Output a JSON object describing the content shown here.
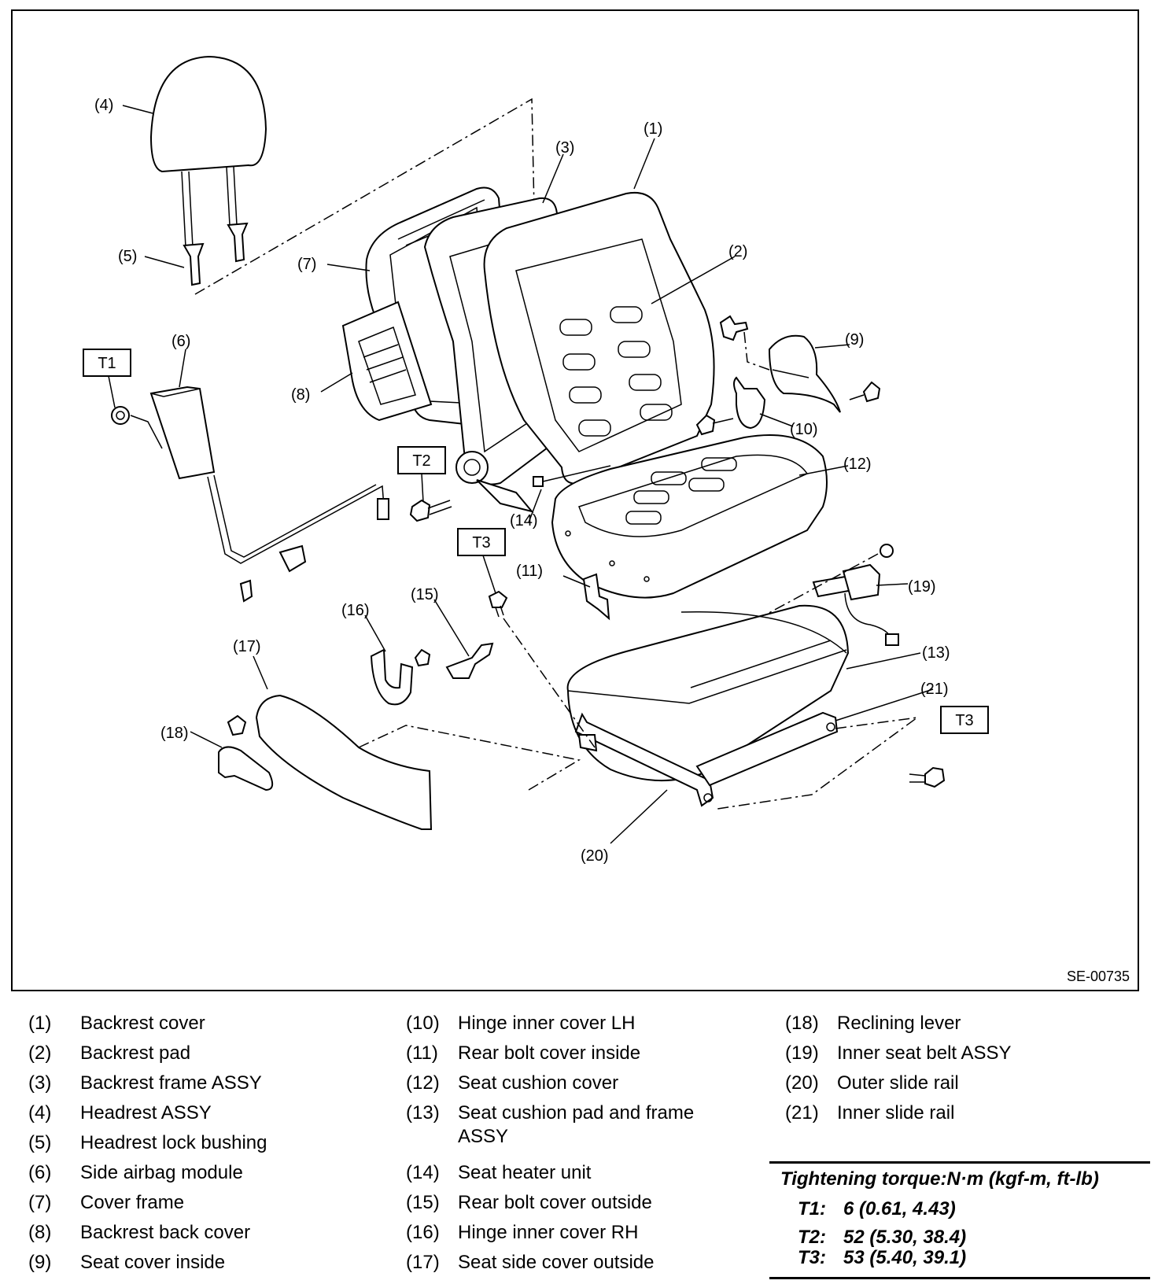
{
  "diagram": {
    "reference_code": "SE-00735",
    "callouts": [
      "(1)",
      "(2)",
      "(3)",
      "(4)",
      "(5)",
      "(6)",
      "(7)",
      "(8)",
      "(9)",
      "(10)",
      "(11)",
      "(12)",
      "(13)",
      "(14)",
      "(15)",
      "(16)",
      "(17)",
      "(18)",
      "(19)",
      "(20)",
      "(21)"
    ],
    "torque_boxes": [
      "T1",
      "T2",
      "T3",
      "T3"
    ]
  },
  "legend": {
    "items": [
      {
        "num": "(1)",
        "name": "Backrest cover"
      },
      {
        "num": "(2)",
        "name": "Backrest pad"
      },
      {
        "num": "(3)",
        "name": "Backrest frame ASSY"
      },
      {
        "num": "(4)",
        "name": "Headrest ASSY"
      },
      {
        "num": "(5)",
        "name": "Headrest lock bushing"
      },
      {
        "num": "(6)",
        "name": "Side airbag module"
      },
      {
        "num": "(7)",
        "name": "Cover frame"
      },
      {
        "num": "(8)",
        "name": "Backrest back cover"
      },
      {
        "num": "(9)",
        "name": "Seat cover inside"
      },
      {
        "num": "(10)",
        "name": "Hinge inner cover LH"
      },
      {
        "num": "(11)",
        "name": "Rear bolt cover inside"
      },
      {
        "num": "(12)",
        "name": "Seat cushion cover"
      },
      {
        "num": "(13)",
        "name": "Seat cushion pad and frame ASSY"
      },
      {
        "num": "(14)",
        "name": "Seat heater unit"
      },
      {
        "num": "(15)",
        "name": "Rear bolt cover outside"
      },
      {
        "num": "(16)",
        "name": "Hinge inner cover RH"
      },
      {
        "num": "(17)",
        "name": "Seat side cover outside"
      },
      {
        "num": "(18)",
        "name": "Reclining lever"
      },
      {
        "num": "(19)",
        "name": "Inner seat belt ASSY"
      },
      {
        "num": "(20)",
        "name": "Outer slide rail"
      },
      {
        "num": "(21)",
        "name": "Inner slide rail"
      }
    ]
  },
  "torque": {
    "title": "Tightening torque:N·m (kgf-m, ft-lb)",
    "rows": [
      {
        "key": "T1:",
        "value": "6 (0.61, 4.43)"
      },
      {
        "key": "T2:",
        "value": "52 (5.30, 38.4)"
      },
      {
        "key": "T3:",
        "value": "53 (5.40, 39.1)"
      }
    ]
  }
}
